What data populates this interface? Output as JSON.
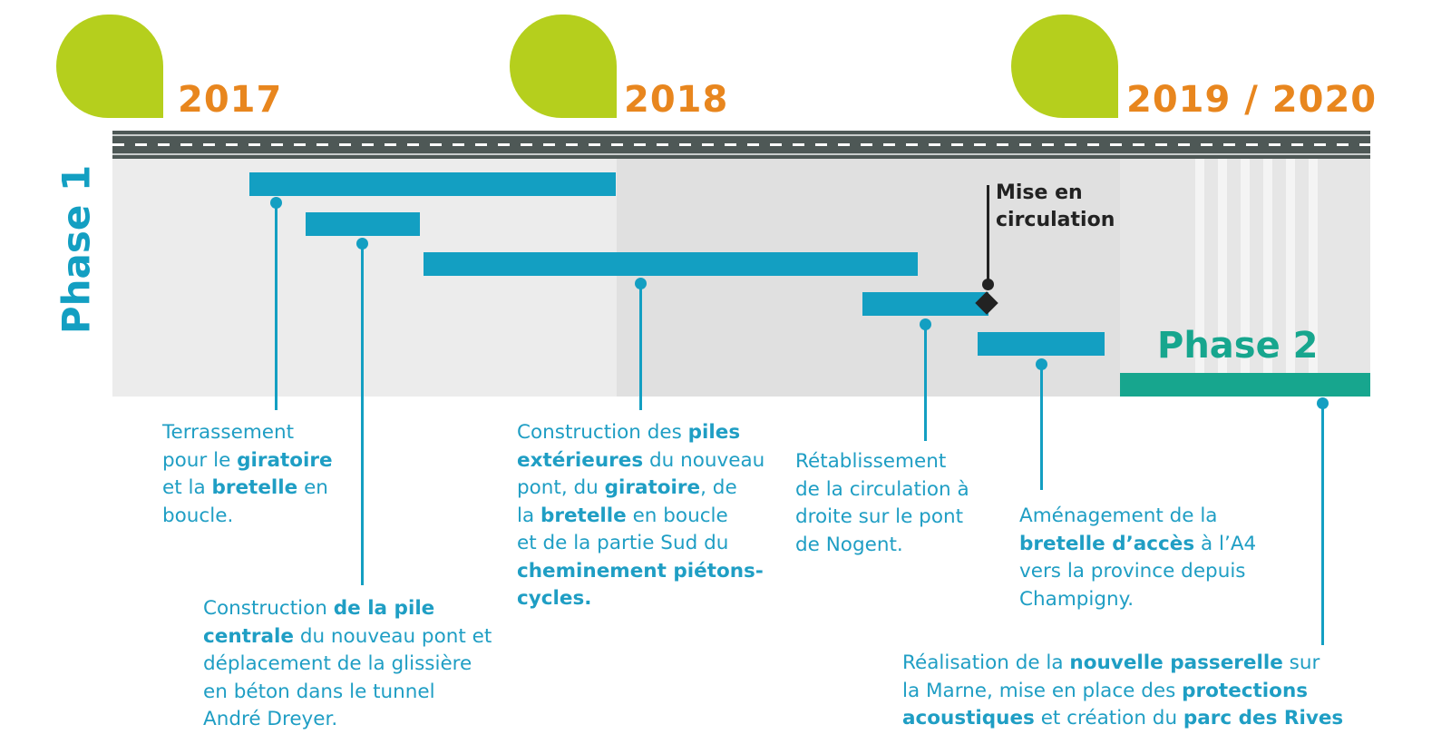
{
  "years": [
    "2017",
    "2018",
    "2019 / 2020"
  ],
  "phase1_label": "Phase 1",
  "phase2_label": "Phase 2",
  "milestone": {
    "line1": "Mise en",
    "line2": "circulation"
  },
  "tasks": [
    {
      "lines": [
        [
          "Terrassement"
        ],
        [
          "pour le ",
          {
            "b": "giratoire"
          }
        ],
        [
          "et la ",
          {
            "b": "bretelle"
          },
          " en"
        ],
        [
          "boucle."
        ]
      ]
    },
    {
      "lines": [
        [
          "Construction ",
          {
            "b": "de la pile"
          }
        ],
        [
          {
            "b": "centrale"
          },
          " du nouveau pont et"
        ],
        [
          "déplacement de la glissière"
        ],
        [
          "en béton dans le tunnel"
        ],
        [
          "André Dreyer."
        ]
      ]
    },
    {
      "lines": [
        [
          "Construction des ",
          {
            "b": "piles"
          }
        ],
        [
          {
            "b": "extérieures"
          },
          " du nouveau"
        ],
        [
          "pont, du ",
          {
            "b": "giratoire"
          },
          ", de"
        ],
        [
          "la ",
          {
            "b": "bretelle"
          },
          " en boucle"
        ],
        [
          "et de la partie Sud du"
        ],
        [
          {
            "b": "cheminement piétons-"
          }
        ],
        [
          {
            "b": "cycles."
          }
        ]
      ]
    },
    {
      "lines": [
        [
          "Rétablissement"
        ],
        [
          "de la circulation à"
        ],
        [
          "droite sur le pont"
        ],
        [
          "de Nogent."
        ]
      ]
    },
    {
      "lines": [
        [
          "Aménagement de la"
        ],
        [
          {
            "b": "bretelle d’accès"
          },
          " à l’A4"
        ],
        [
          "vers la province depuis"
        ],
        [
          "Champigny."
        ]
      ]
    },
    {
      "lines": [
        [
          "Réalisation de la ",
          {
            "b": "nouvelle passerelle"
          },
          " sur"
        ],
        [
          "la Marne, mise en place des ",
          {
            "b": "protections"
          }
        ],
        [
          {
            "b": "acoustiques"
          },
          " et création du ",
          {
            "b": "parc des Rives"
          }
        ]
      ]
    }
  ],
  "colors": {
    "year": "#e8861e",
    "accent_green": "#b5cf1d",
    "bar_blue": "#139fc2",
    "phase2_teal": "#17a68e",
    "road": "#4e5856"
  }
}
